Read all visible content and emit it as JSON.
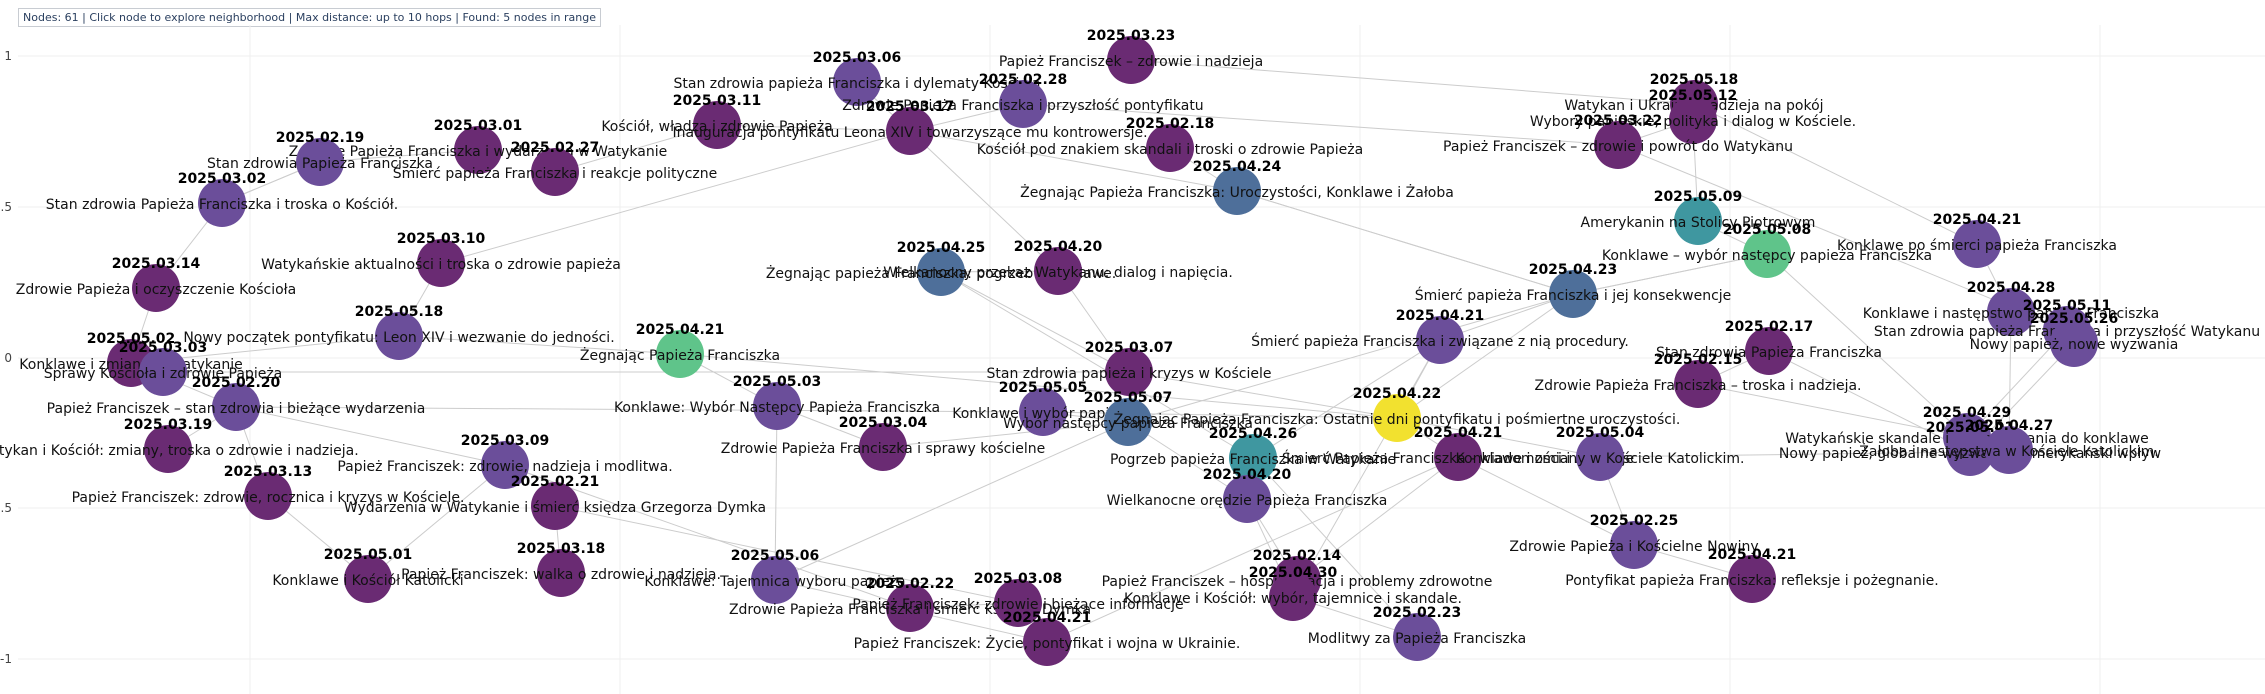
{
  "status": {
    "text": "Nodes: 61 | Click node to explore neighborhood | Max distance: up to 10 hops | Found: 5 nodes in range"
  },
  "axis": {
    "y_ticks": [
      "1",
      "0.5",
      "0",
      "-0.5",
      "-1"
    ]
  },
  "colors": {
    "purple": "#6a2b73",
    "indigo": "#6b4e9a",
    "slate": "#4e6f9a",
    "teal": "#3f97a0",
    "green": "#5fc48a",
    "yellow": "#f2e12f",
    "edge": "#cccccc"
  },
  "nodes": [
    {
      "id": "n1",
      "date": "2025.03.06",
      "label": "Stan zdrowia papieża Franciszka i dylematy Kościoła",
      "color": "indigo"
    },
    {
      "id": "n2",
      "date": "2025.03.23",
      "label": "Papież Franciszek – zdrowie i nadzieja",
      "color": "purple"
    },
    {
      "id": "n3",
      "date": "2025.02.28",
      "label": "Zdrowie Papieża Franciszka i przyszłość pontyfikatu",
      "color": "indigo"
    },
    {
      "id": "n4",
      "date": "2025.03.01",
      "label": "Zdrowie Papieża Franciszka i wydarzenia w Watykanie",
      "color": "purple"
    },
    {
      "id": "n5",
      "date": "2025.03.11",
      "label": "Kościół, władza i zdrowie Papieża",
      "color": "purple"
    },
    {
      "id": "n6",
      "date": "2025.03.17",
      "label": "Inauguracja pontyfikatu Leona XIV i towarzyszące mu kontrowersje.",
      "color": "purple"
    },
    {
      "id": "n7",
      "date": "2025.02.18",
      "label": "Kościół pod znakiem skandali i troski o zdrowie Papieża",
      "color": "purple"
    },
    {
      "id": "n8",
      "date": "2025.02.27",
      "label": "Śmierć papieża Franciszka i reakcje polityczne",
      "color": "purple"
    },
    {
      "id": "n9",
      "date": "2025.02.19",
      "label": "Stan zdrowia Papieża Franciszka",
      "color": "indigo"
    },
    {
      "id": "n10",
      "date": "2025.03.02",
      "label": "Stan zdrowia Papieża Franciszka i troska o Kościół.",
      "color": "indigo"
    },
    {
      "id": "n11",
      "date": "2025.04.24",
      "label": "Żegnając Papieża Franciszka: Uroczystości, Konklawe i Żałoba",
      "color": "slate"
    },
    {
      "id": "n12",
      "date": "2025.05.18",
      "label": "Watykan i Ukraina: nadzieja na pokój",
      "color": "purple"
    },
    {
      "id": "n13",
      "date": "2025.05.12",
      "label": "Wybory papieskie, polityka i dialog w Kościele.",
      "color": "purple"
    },
    {
      "id": "n14",
      "date": "2025.03.22",
      "label": "Papież Franciszek – zdrowie i powrót do Watykanu",
      "color": "purple"
    },
    {
      "id": "n15",
      "date": "2025.05.09",
      "label": "Amerykanin na Stolicy Piotrowym",
      "color": "teal"
    },
    {
      "id": "n16",
      "date": "2025.05.08",
      "label": "Konklawe – wybór następcy papieża Franciszka",
      "color": "green"
    },
    {
      "id": "n17",
      "date": "2025.04.21",
      "label": "Konklawe po śmierci papieża Franciszka",
      "color": "indigo"
    },
    {
      "id": "n18",
      "date": "2025.03.10",
      "label": "Watykańskie aktualności i troska o zdrowie papieża",
      "color": "purple"
    },
    {
      "id": "n19",
      "date": "2025.03.14",
      "label": "Zdrowie Papieża i oczyszczenie Kościoła",
      "color": "purple"
    },
    {
      "id": "n20",
      "date": "2025.04.25",
      "label": "Żegnając papieża Franciszka: pogrzeb i konklawe.",
      "color": "slate"
    },
    {
      "id": "n21",
      "date": "2025.04.20",
      "label": "Wielkanocny przekaz Watykanu: dialog i napięcia.",
      "color": "purple"
    },
    {
      "id": "n22",
      "date": "2025.04.23",
      "label": "Śmierć papieża Franciszka i jej konsekwencje",
      "color": "slate"
    },
    {
      "id": "n23",
      "date": "2025.04.28",
      "label": "Konklawe i następstwo papieża Franciszka",
      "color": "indigo"
    },
    {
      "id": "n24",
      "date": "2025.05.18",
      "label": "Nowy początek pontyfikatu: Leon XIV i wezwanie do jedności.",
      "color": "indigo"
    },
    {
      "id": "n25",
      "date": "2025.04.21",
      "label": "Śmierć papieża Franciszka i związane z nią procedury.",
      "color": "indigo"
    },
    {
      "id": "n26",
      "date": "2025.05.11",
      "label": "Stan zdrowia papieża Franciszka i przyszłość Watykanu",
      "color": "indigo"
    },
    {
      "id": "n27",
      "date": "2025.05.26",
      "label": "Nowy papież, nowe wyzwania",
      "color": "indigo"
    },
    {
      "id": "n28",
      "date": "2025.04.21",
      "label": "Żegnając Papieża Franciszka",
      "color": "green"
    },
    {
      "id": "n29",
      "date": "2025.05.02",
      "label": "Konklawe i zmiany w Watykanie",
      "color": "purple"
    },
    {
      "id": "n30",
      "date": "2025.03.03",
      "label": "Sprawy Kościoła i zdrowie Papieża",
      "color": "indigo"
    },
    {
      "id": "n31",
      "date": "2025.03.07",
      "label": "Stan zdrowia papieża i kryzys w Kościele",
      "color": "purple"
    },
    {
      "id": "n32",
      "date": "2025.02.17",
      "label": "Stan zdrowia Papieża Franciszka",
      "color": "purple"
    },
    {
      "id": "n33",
      "date": "2025.02.15",
      "label": "Zdrowie Papieża Franciszka – troska i nadzieja.",
      "color": "purple"
    },
    {
      "id": "n34",
      "date": "2025.02.20",
      "label": "Papież Franciszek – stan zdrowia i bieżące wydarzenia",
      "color": "indigo"
    },
    {
      "id": "n35",
      "date": "2025.05.03",
      "label": "Konklawe: Wybór Następcy Papieża Franciszka",
      "color": "indigo"
    },
    {
      "id": "n36",
      "date": "2025.05.05",
      "label": "Konklawe i wybór papieża",
      "color": "indigo"
    },
    {
      "id": "n37",
      "date": "2025.05.07",
      "label": "Wybór następcy papieża Franciszka",
      "color": "slate"
    },
    {
      "id": "n38",
      "date": "2025.04.22",
      "label": "Żegnając Papieża Franciszka: Ostatnie dni pontyfikatu i pośmiertne uroczystości.",
      "color": "yellow"
    },
    {
      "id": "n39",
      "date": "2025.03.19",
      "label": "Watykan i Kościół: zmiany, troska o zdrowie i nadzieja.",
      "color": "purple"
    },
    {
      "id": "n40",
      "date": "2025.03.04",
      "label": "Zdrowie Papieża Franciszka i sprawy kościelne",
      "color": "purple"
    },
    {
      "id": "n41",
      "date": "2025.04.26",
      "label": "Pogrzeb papieża Franciszka w Watykanie",
      "color": "teal"
    },
    {
      "id": "n42",
      "date": "2025.04.21",
      "label": "Śmierć Papieża Franciszka - wiadomości i refleksje",
      "color": "purple"
    },
    {
      "id": "n43",
      "date": "2025.05.04",
      "label": "Konklawe i zmiany w Kościele Katolickim.",
      "color": "indigo"
    },
    {
      "id": "n44",
      "date": "2025.04.29",
      "label": "Watykańskie skandale i przygotowania do konklawe",
      "color": "indigo"
    },
    {
      "id": "n45",
      "date": "2025.05.01",
      "label": "Nowy papież, globalne wyzwania i amerykański wpływ",
      "color": "indigo"
    },
    {
      "id": "n46",
      "date": "2025.04.27",
      "label": "Żałoba i następstwa w Kościele katolickim.",
      "color": "indigo"
    },
    {
      "id": "n47",
      "date": "2025.03.09",
      "label": "Papież Franciszek: zdrowie, nadzieja i modlitwa.",
      "color": "indigo"
    },
    {
      "id": "n48",
      "date": "2025.03.13",
      "label": "Papież Franciszek: zdrowie, rocznica i kryzys w Kościele.",
      "color": "purple"
    },
    {
      "id": "n49",
      "date": "2025.02.21",
      "label": "Wydarzenia w Watykanie i śmierć księdza Grzegorza Dymka",
      "color": "purple"
    },
    {
      "id": "n50",
      "date": "2025.04.20",
      "label": "Wielkanocne orędzie Papieża Franciszka",
      "color": "indigo"
    },
    {
      "id": "n51",
      "date": "2025.02.25",
      "label": "Zdrowie Papieża i Kościelne Nowiny",
      "color": "indigo"
    },
    {
      "id": "n52",
      "date": "2025.05.01",
      "label": "Konklawe i Kościół Katolicki",
      "color": "purple"
    },
    {
      "id": "n53",
      "date": "2025.03.18",
      "label": "Papież Franciszek: walka o zdrowie i nadzieja.",
      "color": "purple"
    },
    {
      "id": "n54",
      "date": "2025.05.06",
      "label": "Konklawe: Tajemnica wyboru papieża",
      "color": "indigo"
    },
    {
      "id": "n55",
      "date": "2025.02.14",
      "label": "Papież Franciszek – hospitalizacja i problemy zdrowotne",
      "color": "purple"
    },
    {
      "id": "n56",
      "date": "2025.04.21",
      "label": "Pontyfikat papieża Franciszka: refleksje i pożegnanie.",
      "color": "purple"
    },
    {
      "id": "n57",
      "date": "2025.02.22",
      "label": "Zdrowie Papieża Franciszka i śmierć księdza Dymka",
      "color": "purple"
    },
    {
      "id": "n58",
      "date": "2025.03.08",
      "label": "Papież Franciszek: zdrowie i bieżące informacje",
      "color": "purple"
    },
    {
      "id": "n59",
      "date": "2025.04.30",
      "label": "Konklawe i Kościół: wybór, tajemnice i skandale.",
      "color": "purple"
    },
    {
      "id": "n60",
      "date": "2025.04.21",
      "label": "Papież Franciszek: Życie, pontyfikat i wojna w Ukrainie.",
      "color": "purple"
    },
    {
      "id": "n61",
      "date": "2025.02.23",
      "label": "Modlitwy za Papieża Franciszka",
      "color": "indigo"
    }
  ]
}
